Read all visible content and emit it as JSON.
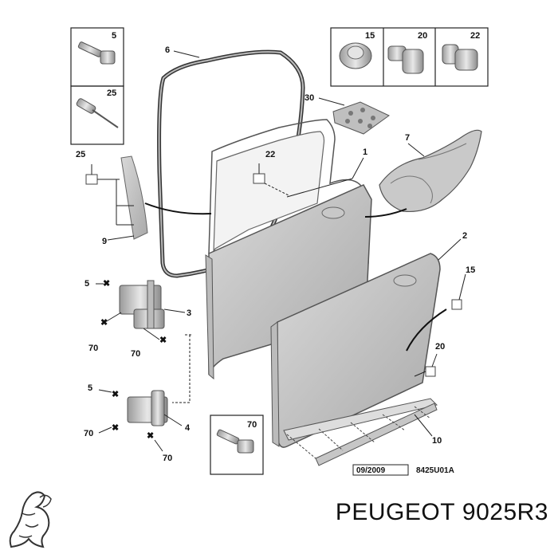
{
  "diagram": {
    "callouts": {
      "c1": "1",
      "c2": "2",
      "c3": "3",
      "c4": "4",
      "c5a": "5",
      "c5b": "5",
      "c5c": "5",
      "c6": "6",
      "c7": "7",
      "c9": "9",
      "c10": "10",
      "c15a": "15",
      "c15b": "15",
      "c20a": "20",
      "c20b": "20",
      "c22a": "22",
      "c22b": "22",
      "c25a": "25",
      "c25b": "25",
      "c30": "30",
      "c70a": "70",
      "c70b": "70",
      "c70c": "70",
      "c70d": "70",
      "c70e": "70"
    },
    "date_code": "09/2009",
    "drawing_ref": "8425U01A"
  },
  "footer": {
    "brand": "PEUGEOT",
    "part_number": "9025R3"
  }
}
